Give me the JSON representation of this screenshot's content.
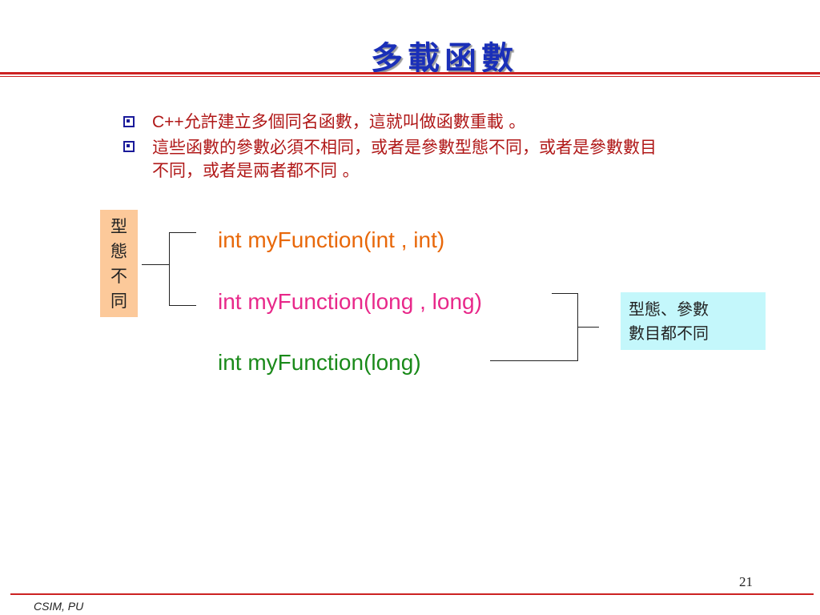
{
  "slide": {
    "title": "多載函數",
    "bullets": [
      {
        "lead": "C++",
        "text": "允許建立多個同名函數，這就叫做函數重載 。"
      },
      {
        "lines": [
          "這些函數的參數必須不相同，或者是參數型態不同，或者是參數數目",
          "不同，或者是兩者都不同 。"
        ]
      }
    ],
    "left_label": [
      "型",
      "態",
      "不",
      "同"
    ],
    "right_label": [
      "型態、參數",
      "數目都不同"
    ],
    "functions": [
      {
        "text": "int myFunction(int , int)",
        "color": "#e8680a"
      },
      {
        "text": "int myFunction(long , long)",
        "color": "#e8288a"
      },
      {
        "text": "int myFunction(long)",
        "color": "#1a8a1a"
      }
    ],
    "page_number": "21",
    "footer": "CSIM, PU"
  },
  "colors": {
    "title": "#1a2fb8",
    "rule": "#cc2222",
    "bullet_text": "#b01818",
    "left_label_bg": "#fcc99a",
    "right_label_bg": "#c4f7fb"
  }
}
